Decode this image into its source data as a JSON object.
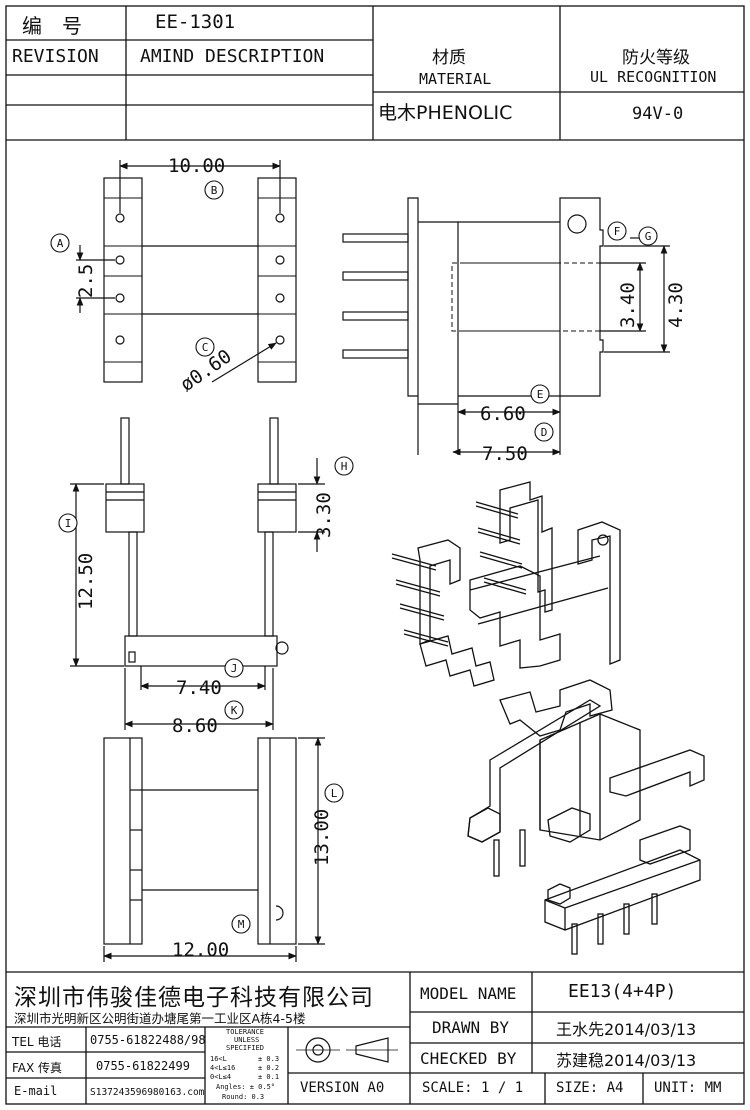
{
  "header": {
    "label_number": "编　号",
    "number": "EE-1301",
    "label_revision": "REVISION",
    "label_amind": "AMIND DESCRIPTION",
    "material_cn": "材质",
    "material_en": "MATERIAL",
    "material_value": "电木PHENOLIC",
    "ul_cn": "防火等级",
    "ul_en": "UL RECOGNITION",
    "ul_value": "94V-0"
  },
  "dims": {
    "d1": "10.00",
    "d2": "2.5",
    "d3": "ø0.60",
    "d4": "3.40",
    "d5": "4.30",
    "d6": "6.60",
    "d7": "7.50",
    "d8": "3.30",
    "d9": "12.50",
    "d10": "7.40",
    "d11": "8.60",
    "d12": "13.00",
    "d13": "12.00"
  },
  "markers": {
    "A": "A",
    "B": "B",
    "C": "C",
    "D": "D",
    "E": "E",
    "F": "F",
    "G": "G",
    "H": "H",
    "I": "I",
    "J": "J",
    "K": "K",
    "L": "L",
    "M": "M"
  },
  "footer": {
    "company": "深圳市伟骏佳德电子科技有限公司",
    "address": "深圳市光明新区公明街道办塘尾第一工业区A栋4-5楼",
    "tel_label": "TEL 电话",
    "tel": "0755-61822488/98",
    "fax_label": "FAX 传真",
    "fax": "0755-61822499",
    "email_label": "E-mail",
    "email": "S137243596980163.com",
    "tol_title1": "TOLERANCE",
    "tol_title2": "UNLESS",
    "tol_title3": "SPECIFIED",
    "tol_r1a": "16<L",
    "tol_r1b": "± 0.3",
    "tol_r2a": "4<L≤16",
    "tol_r2b": "± 0.2",
    "tol_r3a": "0<L≤4",
    "tol_r3b": "± 0.1",
    "tol_r4": "Angles: ± 0.5°",
    "tol_r5": "Round: 0.3",
    "version": "VERSION A0",
    "model_label": "MODEL NAME",
    "model_value": "EE13(4+4P)",
    "drawn_label": "DRAWN BY",
    "drawn_value": "王水先2014/03/13",
    "checked_label": "CHECKED BY",
    "checked_value": "苏建稳2014/03/13",
    "scale": "SCALE: 1 / 1",
    "size": "SIZE: A4",
    "unit": "UNIT: MM"
  }
}
